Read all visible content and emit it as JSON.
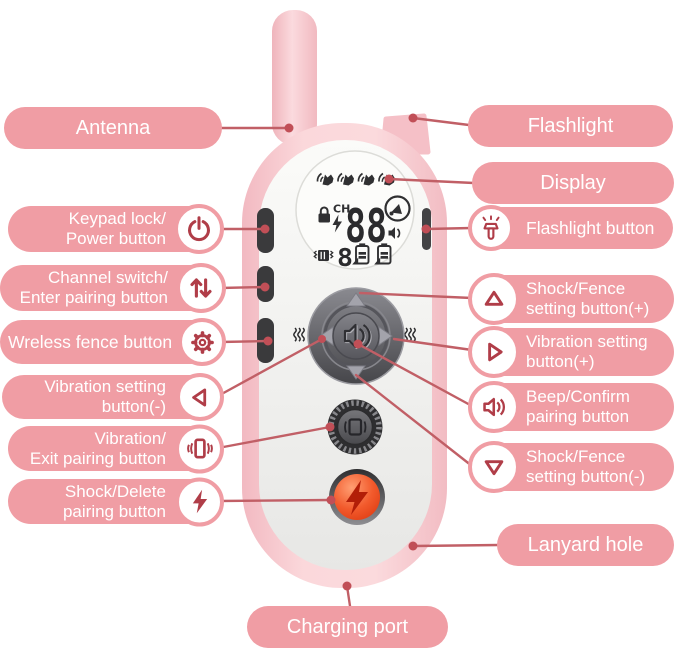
{
  "colors": {
    "pill_pink": "#f09da4",
    "pill_text": "#ffffff",
    "connector_line": "#c15f66",
    "connector_dot": "#c14f57",
    "icon_accent": "#b03d48",
    "device_pink": "#f5c0c7",
    "device_face": "#ededeb",
    "button_dark": "#3a3a3c",
    "shock_button_orange": "#ee4d21",
    "lcd_ink": "#303032"
  },
  "callouts": {
    "antenna": {
      "text": "Antenna"
    },
    "keypad_power": {
      "line1": "Keypad lock/",
      "line2": "Power button",
      "icon": "power-icon"
    },
    "channel_switch": {
      "line1": "Channel switch/",
      "line2": "Enter pairing button",
      "icon": "up-down-arrows-icon"
    },
    "wireless_fence": {
      "text": "Wreless fence button",
      "icon": "gear-icon"
    },
    "vibration_minus": {
      "line1": "Vibration setting",
      "line2": "button(-)",
      "icon": "triangle-left-icon"
    },
    "vibration_exit": {
      "line1": "Vibration/",
      "line2": "Exit pairing button",
      "icon": "vibration-icon"
    },
    "shock_delete": {
      "line1": "Shock/Delete",
      "line2": "pairing button",
      "icon": "lightning-icon"
    },
    "flashlight": {
      "text": "Flashlight"
    },
    "display": {
      "text": "Display"
    },
    "flashlight_button": {
      "text": "Flashlight button",
      "icon": "flashlight-icon"
    },
    "shock_plus": {
      "line1": "Shock/Fence",
      "line2": "setting button(+)",
      "icon": "triangle-up-icon"
    },
    "vibration_plus": {
      "line1": "Vibration setting",
      "line2": "button(+)",
      "icon": "triangle-right-icon"
    },
    "beep_confirm": {
      "line1": "Beep/Confirm",
      "line2": "pairing button",
      "icon": "speaker-icon"
    },
    "shock_minus": {
      "line1": "Shock/Fence",
      "line2": "setting button(-)",
      "icon": "triangle-down-icon"
    },
    "lanyard": {
      "text": "Lanyard hole"
    },
    "charging": {
      "text": "Charging port"
    }
  },
  "lcd": {
    "channel_label": "CH",
    "channel_digits": "88",
    "intensity_digit": "8"
  }
}
